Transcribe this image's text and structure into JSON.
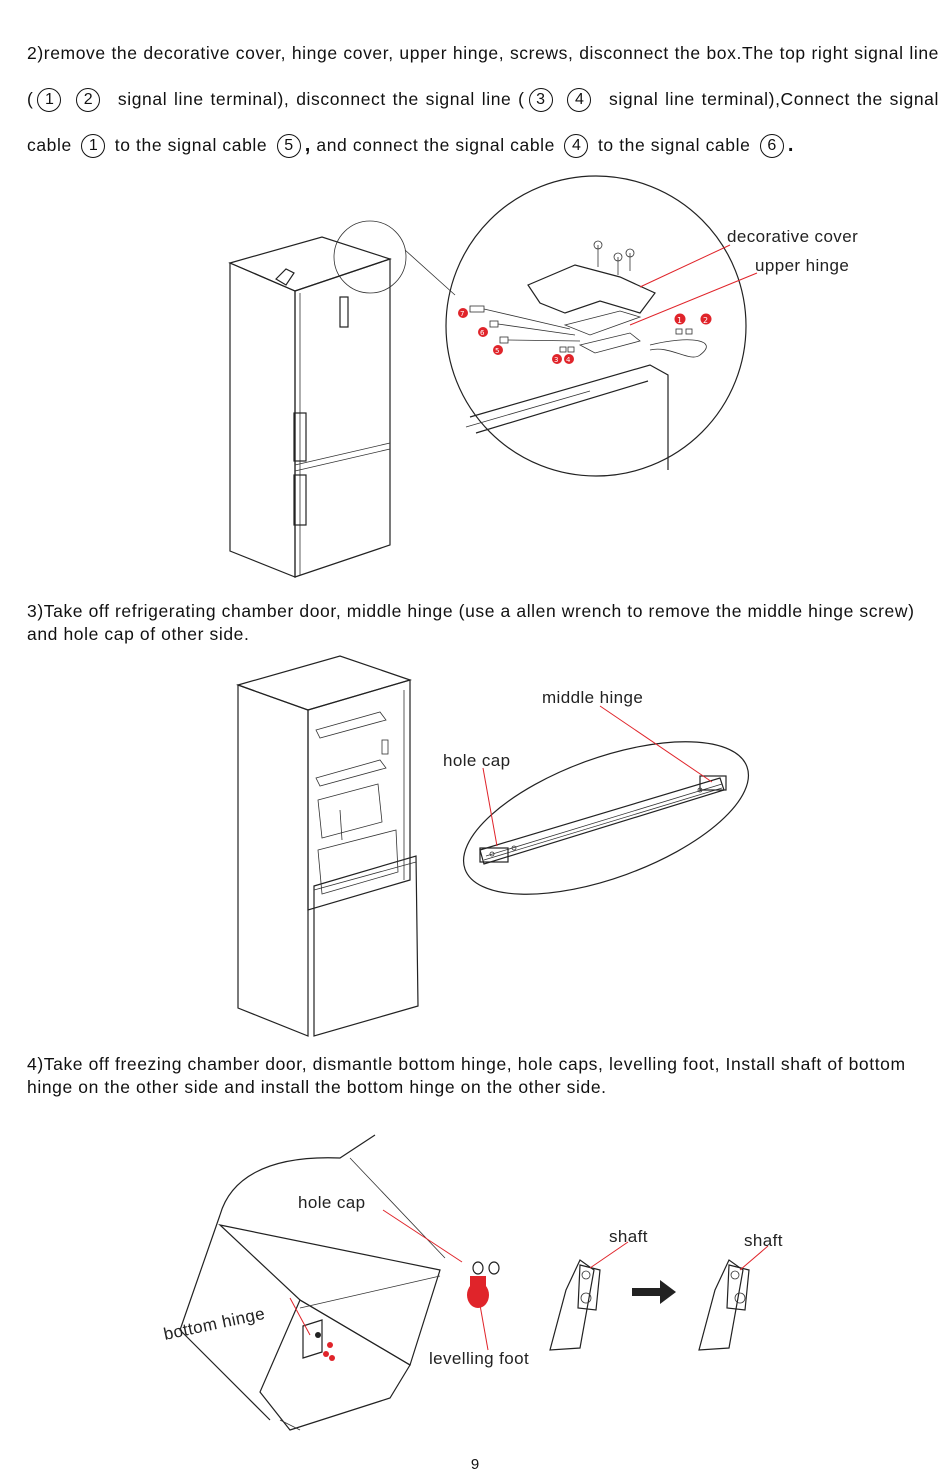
{
  "step2": {
    "p1": "2)remove the decorative cover, hinge cover, upper hinge, screws, disconnect the box.The top right signal line (",
    "c1": "1",
    "c2": "2",
    "p2": "signal line terminal), disconnect the signal line (",
    "c3": "3",
    "c4": "4",
    "p3": "signal line terminal),Connect the signal cable",
    "c5": "1",
    "p4": "to the signal cable",
    "c6": "5",
    "comma": ",",
    "p5": "and connect the signal cable",
    "c7": "4",
    "p6": "to the signal cable",
    "c8": "6",
    "dot": "."
  },
  "fig2": {
    "decorative_cover": "decorative cover",
    "upper_hinge": "upper hinge",
    "markers": [
      "1",
      "2",
      "3",
      "4",
      "5",
      "6",
      "7"
    ]
  },
  "step3": {
    "text": "3)Take off refrigerating chamber door, middle hinge (use a allen wrench to remove the middle hinge screw) and hole cap of other side."
  },
  "fig3": {
    "middle_hinge": "middle hinge",
    "hole_cap": "hole cap"
  },
  "step4": {
    "text": "4)Take off freezing chamber door, dismantle bottom hinge, hole caps, levelling foot,  Install shaft of bottom hinge on the other side and install the bottom hinge on the other side."
  },
  "fig4": {
    "hole_cap": "hole cap",
    "bottom_hinge": "bottom hinge",
    "levelling_foot": "levelling foot",
    "shaft_left": "shaft",
    "shaft_right": "shaft"
  },
  "page_number": "9",
  "colors": {
    "accent_red": "#e0242a",
    "text": "#111111"
  }
}
